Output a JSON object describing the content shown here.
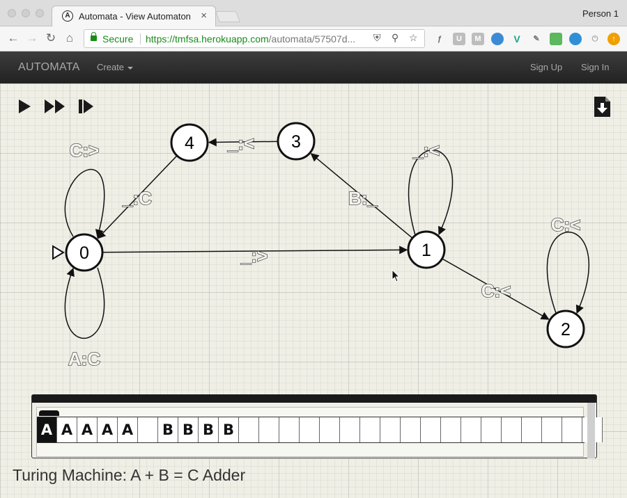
{
  "browser": {
    "tab_title": "Automata - View Automaton",
    "tab_favicon": "A",
    "tab_close": "×",
    "profile": "Person 1",
    "secure_label": "Secure",
    "url_host": "https://tmfsa.herokuapp.com",
    "url_path": "/automata/57507d..."
  },
  "navbar": {
    "brand": "AUTOMATA",
    "create": "Create",
    "sign_up": "Sign Up",
    "sign_in": "Sign In"
  },
  "controls": {
    "icons": [
      "play-icon",
      "fast-forward-icon",
      "step-icon",
      "download-icon"
    ]
  },
  "automaton": {
    "states": [
      {
        "id": "0",
        "label": "0",
        "initial": true
      },
      {
        "id": "1",
        "label": "1"
      },
      {
        "id": "2",
        "label": "2"
      },
      {
        "id": "3",
        "label": "3"
      },
      {
        "id": "4",
        "label": "4"
      }
    ],
    "transitions": [
      {
        "from": "0",
        "to": "0",
        "label": "C:>"
      },
      {
        "from": "0",
        "to": "0",
        "label": "A:C"
      },
      {
        "from": "0",
        "to": "1",
        "label": "_:>"
      },
      {
        "from": "1",
        "to": "1",
        "label": "_:<"
      },
      {
        "from": "1",
        "to": "3",
        "label": "B:_"
      },
      {
        "from": "1",
        "to": "2",
        "label": "C:<"
      },
      {
        "from": "2",
        "to": "2",
        "label": "C:<"
      },
      {
        "from": "3",
        "to": "4",
        "label": "_:<"
      },
      {
        "from": "4",
        "to": "0",
        "label": "_:C"
      }
    ]
  },
  "tape": {
    "head_index": 0,
    "cells": [
      "A",
      "A",
      "A",
      "A",
      "A",
      "",
      "B",
      "B",
      "B",
      "B",
      "",
      "",
      "",
      "",
      "",
      "",
      "",
      "",
      "",
      "",
      "",
      "",
      "",
      "",
      "",
      "",
      "",
      ""
    ]
  },
  "machine_title": "Turing Machine: A + B = C Adder"
}
